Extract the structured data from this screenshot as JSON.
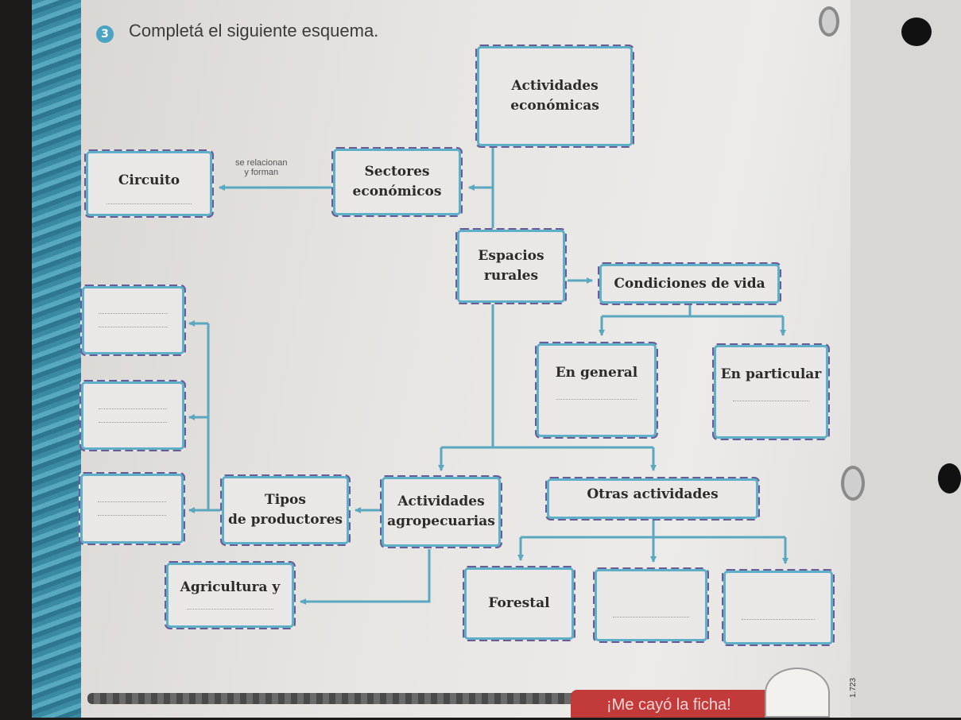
{
  "exercise": {
    "number": "3",
    "instruction": "Completá el siguiente esquema."
  },
  "connector_note": {
    "line1": "se relacionan",
    "line2": "y forman"
  },
  "boxes": {
    "actividades": {
      "line1": "Actividades",
      "line2": "económicas"
    },
    "sectores": {
      "line1": "Sectores",
      "line2": "económicos"
    },
    "circuito": "Circuito",
    "espacios": {
      "line1": "Espacios",
      "line2": "rurales"
    },
    "condiciones": "Condiciones de vida",
    "en_general": "En general",
    "en_particular": "En particular",
    "act_agro": {
      "line1": "Actividades",
      "line2": "agropecuarias"
    },
    "tipos": {
      "line1": "Tipos",
      "line2": "de productores"
    },
    "otras": "Otras actividades",
    "agricultura": "Agricultura y",
    "forestal": "Forestal"
  },
  "footer": {
    "ribbon": "¡Me cayó la ficha!",
    "code": "1.723"
  },
  "colors": {
    "box_border": "#5db0c8",
    "box_dash": "#6b5c98",
    "arrow": "#5aa7c0",
    "ribbon": "#c23a3a"
  }
}
